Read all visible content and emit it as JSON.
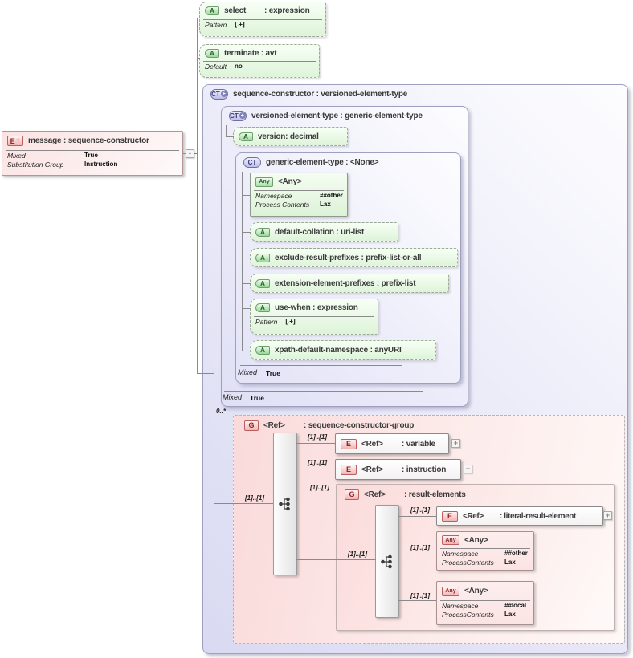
{
  "icons": {
    "attr": "A",
    "complex_type": "CT",
    "element": "E",
    "group": "G",
    "any": "Any",
    "plus": "+",
    "minus": "-"
  },
  "select_attr": {
    "name": "select",
    "type": ": expression",
    "pattern_label": "Pattern",
    "pattern_value": "[.+]"
  },
  "terminate_attr": {
    "name": "terminate",
    "type": ": avt",
    "default_label": "Default",
    "default_value": "no"
  },
  "message": {
    "title": "message : sequence-constructor",
    "mixed_label": "Mixed",
    "mixed_value": "True",
    "subst_label": "Substitution Group",
    "subst_value": "Instruction"
  },
  "sequence_constructor": {
    "title": "sequence-constructor : versioned-element-type"
  },
  "versioned": {
    "title": "versioned-element-type : generic-element-type",
    "mixed_label": "Mixed",
    "mixed_value": "True"
  },
  "version_attr": {
    "name": "version",
    "type": ": decimal"
  },
  "generic": {
    "title": "generic-element-type : <None>",
    "mixed_label": "Mixed",
    "mixed_value": "True"
  },
  "any_wildcard": {
    "title": "<Any>",
    "namespace_label": "Namespace",
    "namespace_value": "##other",
    "pc_label": "Process Contents",
    "pc_value": "Lax"
  },
  "attrs": {
    "default_collation": {
      "name": "default-collation",
      "type": ": uri-list"
    },
    "exclude": {
      "name": "exclude-result-prefixes",
      "type": ": prefix-list-or-all"
    },
    "extension": {
      "name": "extension-element-prefixes",
      "type": ": prefix-list"
    },
    "use_when": {
      "name": "use-when",
      "type": ": expression",
      "pattern_label": "Pattern",
      "pattern_value": "[.+]"
    },
    "xpath": {
      "name": "xpath-default-namespace",
      "type": ": anyURI"
    }
  },
  "group": {
    "occurrence": "0..*",
    "ref": "<Ref>",
    "type": ": sequence-constructor-group",
    "cardinality": "[1]..[1]"
  },
  "variable_el": {
    "ref": "<Ref>",
    "type": ": variable",
    "cardinality": "[1]..[1]"
  },
  "instruction_el": {
    "ref": "<Ref>",
    "type": ": instruction",
    "cardinality": "[1]..[1]"
  },
  "result_elements": {
    "ref": "<Ref>",
    "type": ": result-elements",
    "cardinality": "[1]..[1]",
    "inner_cardinality": "[1]..[1]"
  },
  "literal_el": {
    "ref": "<Ref>",
    "type": ": literal-result-element",
    "cardinality": "[1]..[1]"
  },
  "any_other": {
    "title": "<Any>",
    "namespace_label": "Namespace",
    "namespace_value": "##other",
    "pc_label": "ProcessContents",
    "pc_value": "Lax",
    "cardinality": "[1]..[1]"
  },
  "any_local": {
    "title": "<Any>",
    "namespace_label": "Namespace",
    "namespace_value": "##local",
    "pc_label": "ProcessContents",
    "pc_value": "Lax",
    "cardinality": "[1]..[1]"
  }
}
